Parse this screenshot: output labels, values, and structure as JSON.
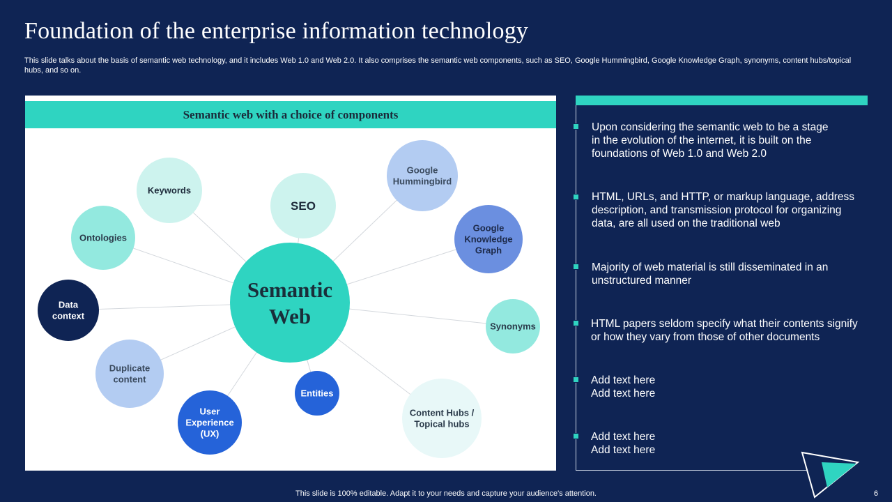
{
  "title": "Foundation of the enterprise information technology",
  "subtitle": "This slide talks about the basis of semantic web technology, and it includes Web 1.0 and Web 2.0. It also comprises the semantic web components, such as SEO, Google Hummingbird, Google Knowledge Graph, synonyms, content hubs/topical hubs, and so on.",
  "panel": {
    "header": "Semantic web with a choice of components",
    "center": [
      "Semantic",
      "Web"
    ],
    "components": [
      {
        "key": "seo",
        "lines": [
          "SEO"
        ],
        "fill": "#cdf3ee",
        "text": "#1d2a3a"
      },
      {
        "key": "google-hummingbird",
        "lines": [
          "Google",
          "Hummingbird"
        ],
        "fill": "#b3ccf2",
        "text": "#3a4a5e"
      },
      {
        "key": "google-knowledge-graph",
        "lines": [
          "Google",
          "Knowledge",
          "Graph"
        ],
        "fill": "#6b8fe0",
        "text": "#1d2a4a"
      },
      {
        "key": "synonyms",
        "lines": [
          "Synonyms"
        ],
        "fill": "#93e9df",
        "text": "#2a3a4a"
      },
      {
        "key": "content-hubs",
        "lines": [
          "Content Hubs /",
          "Topical hubs"
        ],
        "fill": "#e8f8f8",
        "text": "#2a3a4a"
      },
      {
        "key": "entities",
        "lines": [
          "Entities"
        ],
        "fill": "#2563d9",
        "text": "#ffffff"
      },
      {
        "key": "user-experience",
        "lines": [
          "User",
          "Experience",
          "(UX)"
        ],
        "fill": "#2563d9",
        "text": "#ffffff"
      },
      {
        "key": "duplicate-content",
        "lines": [
          "Duplicate",
          "content"
        ],
        "fill": "#b3ccf2",
        "text": "#3a4a5e"
      },
      {
        "key": "data-context",
        "lines": [
          "Data",
          "context"
        ],
        "fill": "#0f2454",
        "text": "#ffffff"
      },
      {
        "key": "ontologies",
        "lines": [
          "Ontologies"
        ],
        "fill": "#93e9df",
        "text": "#2a3a4a"
      },
      {
        "key": "keywords",
        "lines": [
          "Keywords"
        ],
        "fill": "#cdf3ee",
        "text": "#1d2a3a"
      }
    ]
  },
  "bullets": [
    "Upon considering the semantic web to be a stage in the evolution of the internet, it is built on the foundations of Web 1.0 and Web 2.0",
    "HTML, URLs, and HTTP, or markup language, address description, and transmission protocol for organizing data, are all used on the traditional web",
    "Majority of web material is still disseminated in an unstructured manner",
    "HTML papers seldom specify what their contents signify or how they vary from those of other documents",
    "Add text here Add text here",
    "Add text here Add text here"
  ],
  "footer": "This slide is 100% editable. Adapt it to your needs and capture your audience's attention.",
  "page_number": "6",
  "colors": {
    "background": "#0f2454",
    "accent": "#2fd4c1",
    "center_fill": "#2fd4c1"
  }
}
